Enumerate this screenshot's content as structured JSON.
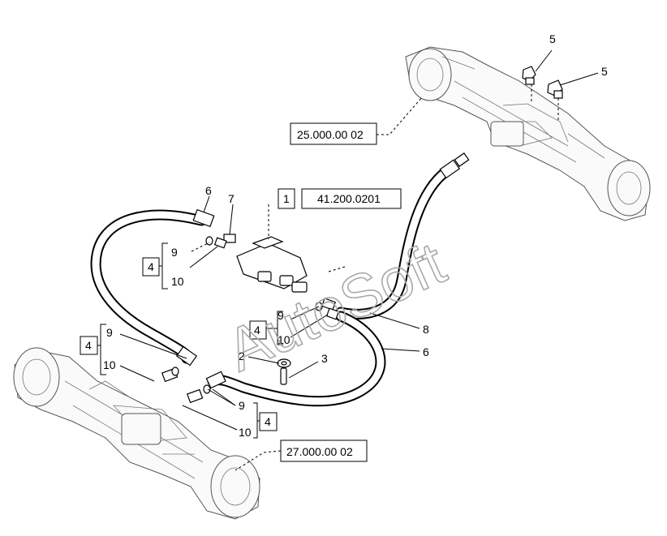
{
  "watermark": "AutoSoft",
  "callouts": {
    "c5a": "5",
    "c5b": "5",
    "c6a": "6",
    "c7": "7",
    "c1": "1",
    "c9a": "9",
    "c10a": "10",
    "c4a": "4",
    "c9b": "9",
    "c10b": "10",
    "c4b": "4",
    "c8": "8",
    "c6b": "6",
    "c4c": "4",
    "c9c": "9",
    "c10c": "10",
    "c2": "2",
    "c3": "3",
    "c9d": "9",
    "c10d": "10",
    "c4d": "4"
  },
  "references": {
    "front_axle": "25.000.00 02",
    "valve": "41.200.0201",
    "rear_axle": "27.000.00 02"
  }
}
